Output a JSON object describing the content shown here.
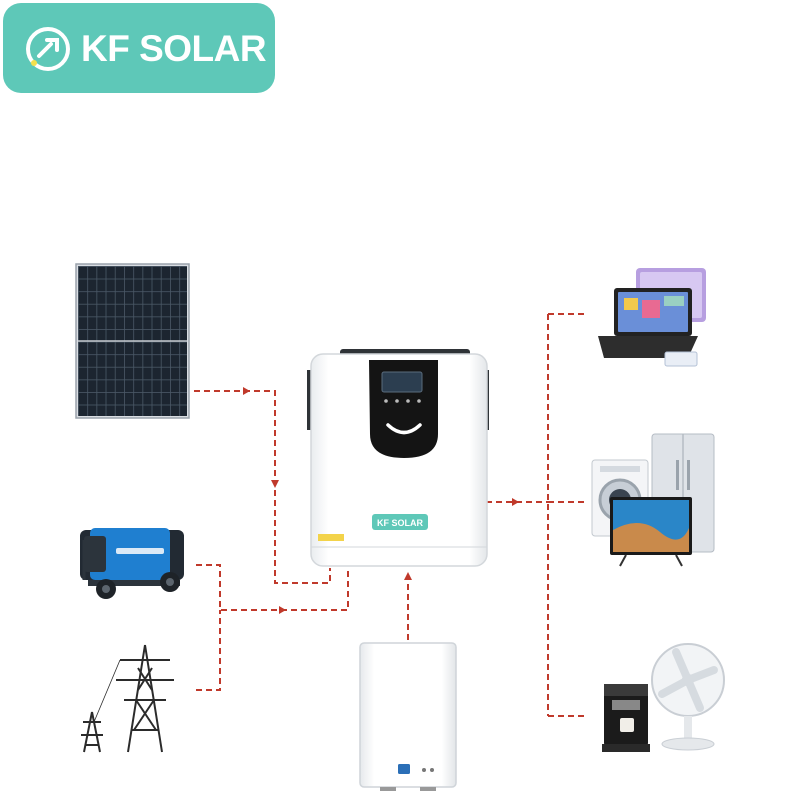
{
  "logo": {
    "text": "KF SOLAR"
  },
  "inverter": {
    "brand": "KF SOLAR"
  },
  "colors": {
    "brand_teal": "#5ec8b8",
    "flow_line": "#c0392b",
    "panel_dark": "#1c2530",
    "generator_blue": "#1f7fd0",
    "tablet_purple": "#b79fe0"
  },
  "icons": [
    "solar-panel",
    "generator",
    "power-tower",
    "inverter",
    "battery",
    "laptop-tablet",
    "washer-fridge-tv",
    "coffee-machine-fan"
  ]
}
